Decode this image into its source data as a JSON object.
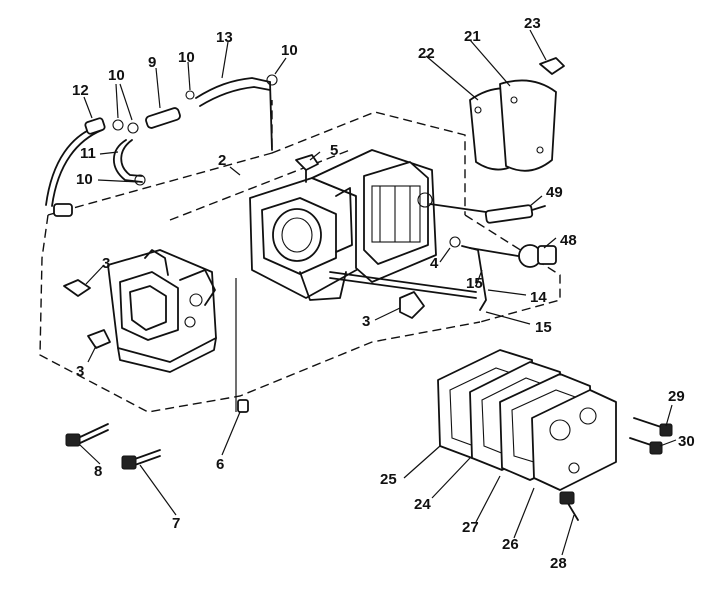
{
  "diagram": {
    "callouts": {
      "c2": "2",
      "c3a": "3",
      "c3b": "3",
      "c3c": "3",
      "c4": "4",
      "c5": "5",
      "c6": "6",
      "c7": "7",
      "c8": "8",
      "c9": "9",
      "c10a": "10",
      "c10b": "10",
      "c10c": "10",
      "c10d": "10",
      "c11": "11",
      "c12": "12",
      "c13": "13",
      "c14": "14",
      "c15a": "15",
      "c15b": "15",
      "c21": "21",
      "c22": "22",
      "c23": "23",
      "c24": "24",
      "c25": "25",
      "c26": "26",
      "c27": "27",
      "c28": "28",
      "c29": "29",
      "c30": "30",
      "c48": "48",
      "c49": "49"
    }
  }
}
